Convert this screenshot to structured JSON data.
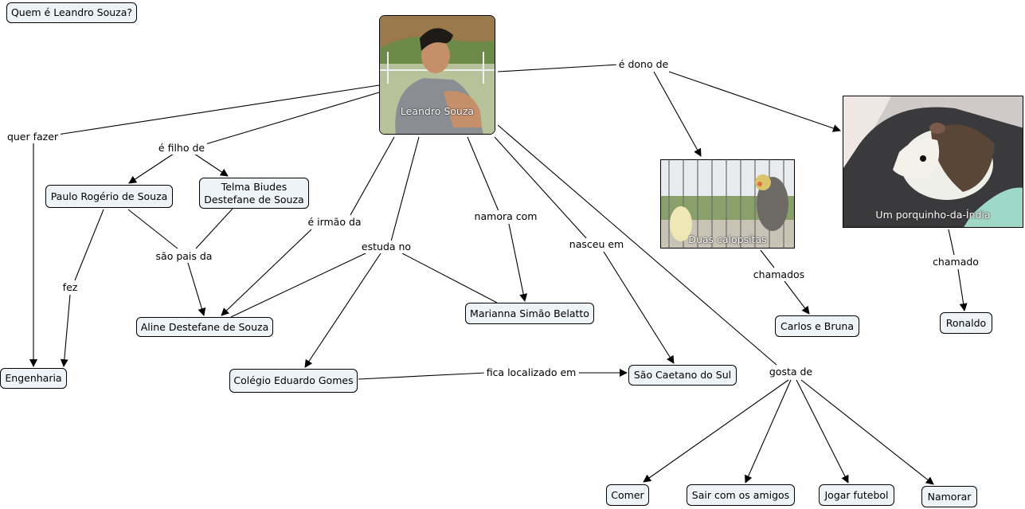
{
  "question": "Quem é Leandro Souza?",
  "center_label": "Leandro Souza",
  "photos": {
    "calopsitas": "Duas calopsitas",
    "porquinho": "Um porquinho-da-Índia"
  },
  "concepts": {
    "paulo": "Paulo Rogério de Souza",
    "telma": "Telma Biudes Destefane de Souza",
    "aline": "Aline Destefane de Souza",
    "engenharia": "Engenharia",
    "colegio": "Colégio Eduardo Gomes",
    "marianna": "Marianna Simão Belatto",
    "sao_caetano": "São Caetano do Sul",
    "carlos_bruna": "Carlos e Bruna",
    "ronaldo": "Ronaldo",
    "comer": "Comer",
    "sair": "Sair com os amigos",
    "futebol": "Jogar futebol",
    "namorar": "Namorar"
  },
  "links": {
    "quer_fazer": "quer fazer",
    "e_filho_de": "é filho de",
    "sao_pais_da": "são pais da",
    "fez": "fez",
    "e_irmao_da": "é irmão da",
    "estuda_no": "estuda no",
    "namora_com": "namora com",
    "nasceu_em": "nasceu em",
    "e_dono_de": "é dono de",
    "chamados": "chamados",
    "chamado": "chamado",
    "gosta_de": "gosta de",
    "fica_localizado_em": "fica localizado em"
  }
}
